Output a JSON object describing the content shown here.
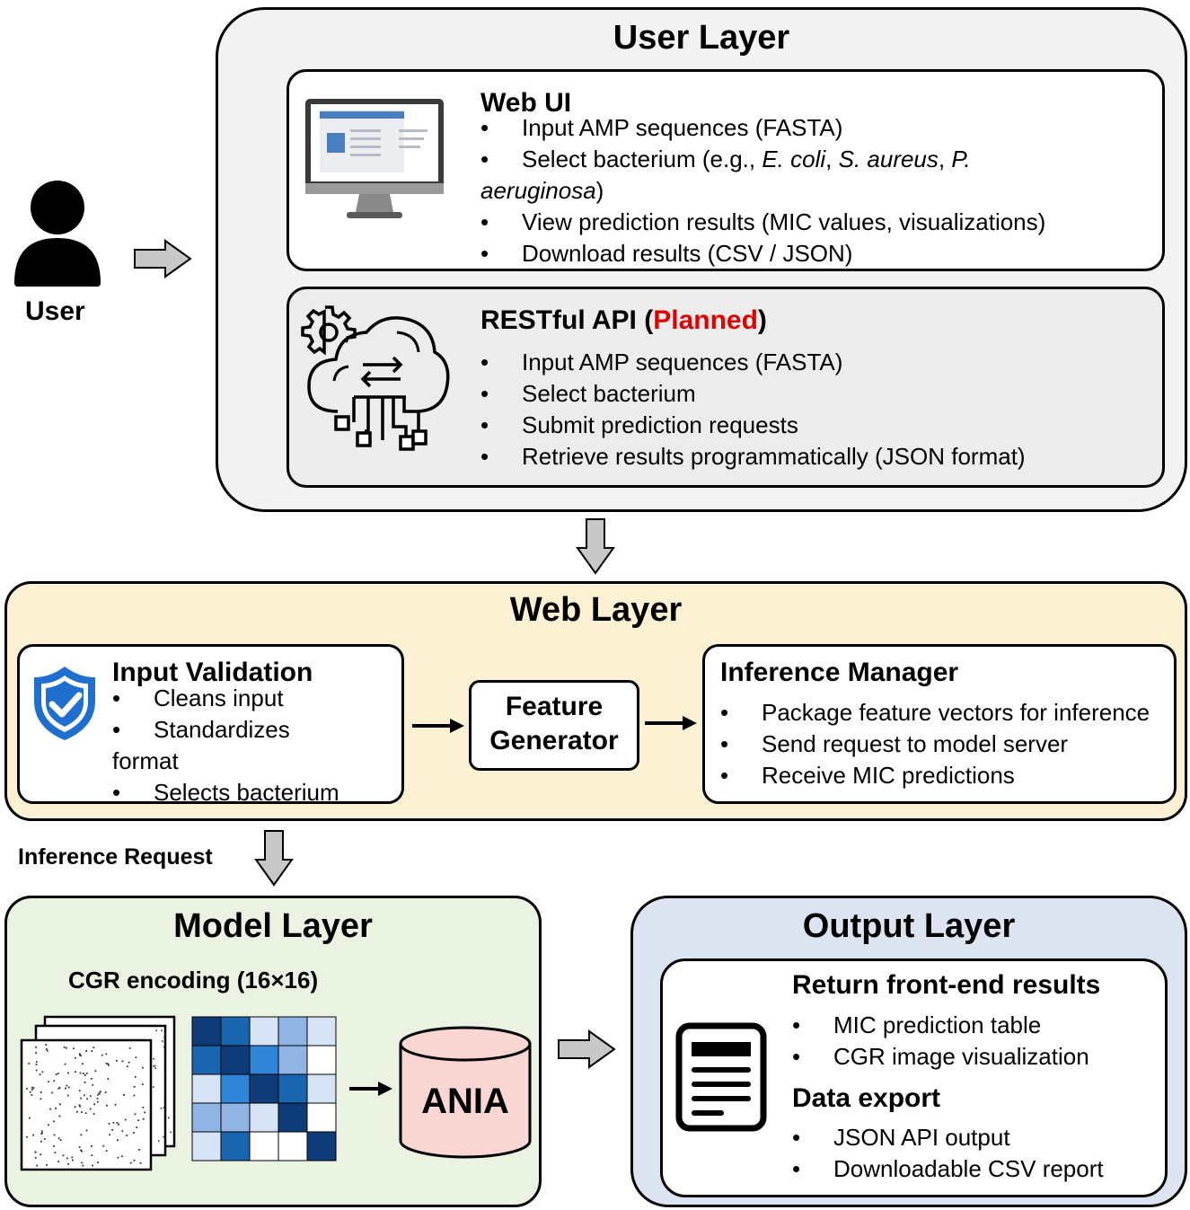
{
  "user": {
    "label": "User"
  },
  "user_layer": {
    "title": "User Layer",
    "web_ui": {
      "title": "Web UI",
      "items": [
        "Input AMP sequences (FASTA)",
        "View prediction results (MIC values, visualizations)",
        "Download results (CSV / JSON)"
      ],
      "bacterium_pre": "Select bacterium (e.g., ",
      "bacterium_ecoli": "E. coli",
      "bacterium_sep1": ", ",
      "bacterium_saureus": "S. aureus",
      "bacterium_sep2": ", ",
      "bacterium_p": "P.",
      "bacterium_aeruginosa": "aeruginosa",
      "bacterium_close": ")"
    },
    "api": {
      "title_pre": "RESTful API (",
      "title_planned": "Planned",
      "title_post": ")",
      "items": [
        "Input AMP sequences (FASTA)",
        "Select bacterium",
        "Submit prediction requests",
        "Retrieve results programmatically (JSON format)"
      ]
    }
  },
  "web_layer": {
    "title": "Web Layer",
    "input_validation": {
      "title": "Input Validation",
      "item1": "Cleans input",
      "item2a": "Standardizes",
      "item2b": "format",
      "item3": "Selects bacterium"
    },
    "feature_generator": {
      "line1": "Feature",
      "line2": "Generator"
    },
    "inference_manager": {
      "title": "Inference Manager",
      "items": [
        "Package feature vectors for inference",
        "Send request to model server",
        "Receive MIC predictions"
      ]
    }
  },
  "inference_request": "Inference Request",
  "model_layer": {
    "title": "Model Layer",
    "cgr_label": "CGR encoding (16×16)",
    "model_name": "ANIA"
  },
  "output_layer": {
    "title": "Output Layer",
    "return_title": "Return front-end results",
    "return_items": [
      "MIC prediction table",
      "CGR image visualization"
    ],
    "export_title": "Data export",
    "export_items": [
      "JSON API output",
      "Downloadable CSV report"
    ]
  },
  "colors": {
    "user_layer_bg": "#f2f2f2",
    "api_card_bg": "#ececec",
    "web_layer_bg": "#fdf1d3",
    "model_layer_bg": "#eaf3e1",
    "output_layer_bg": "#dde4f1",
    "planned": "#e00000",
    "ania_cylinder": "#f9d6d2",
    "shield": "#1f6fd1",
    "heatmap": [
      "#0e3c78",
      "#1a65b0",
      "#2f85d8",
      "#8fb3e3",
      "#d6e3f4",
      "#ffffff"
    ]
  }
}
